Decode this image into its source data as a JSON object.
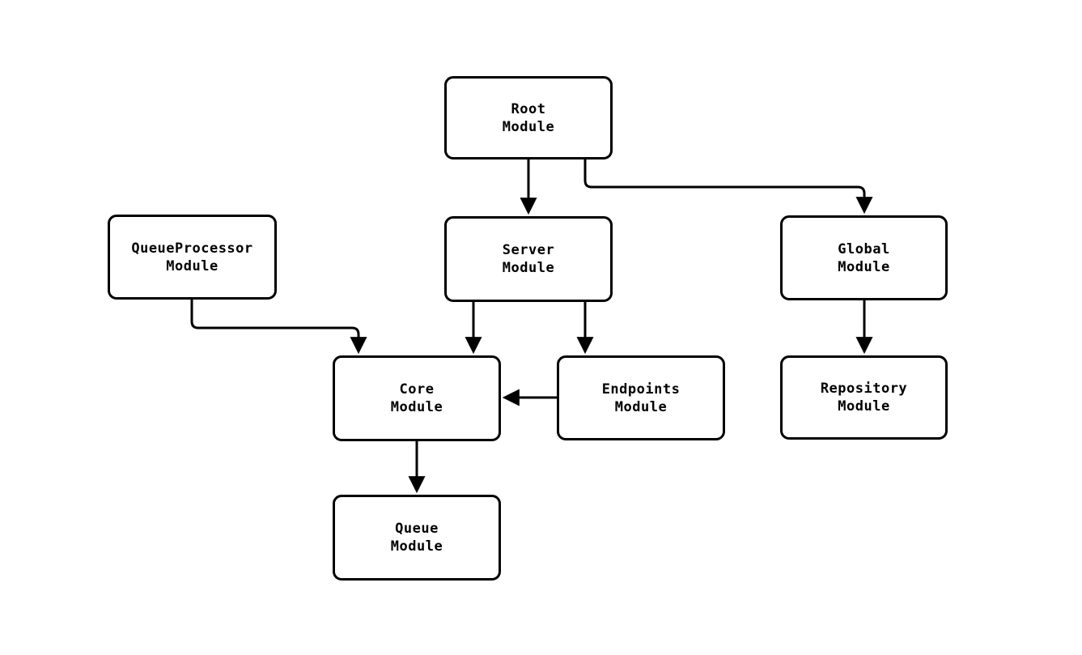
{
  "diagram": {
    "type": "flowchart",
    "direction": "top-down",
    "colors": {
      "node_border": "#000000",
      "node_fill": "#ffffff",
      "text": "#000000",
      "edge": "#000000",
      "background": "#ffffff"
    },
    "nodes": [
      {
        "id": "root",
        "label": "Root\nModule"
      },
      {
        "id": "queueprocessor",
        "label": "QueueProcessor\nModule"
      },
      {
        "id": "server",
        "label": "Server\nModule"
      },
      {
        "id": "global",
        "label": "Global\nModule"
      },
      {
        "id": "core",
        "label": "Core\nModule"
      },
      {
        "id": "endpoints",
        "label": "Endpoints\nModule"
      },
      {
        "id": "repository",
        "label": "Repository\nModule"
      },
      {
        "id": "queue",
        "label": "Queue\nModule"
      }
    ],
    "edges": [
      {
        "from": "root",
        "to": "server"
      },
      {
        "from": "root",
        "to": "global"
      },
      {
        "from": "queueprocessor",
        "to": "core"
      },
      {
        "from": "server",
        "to": "core"
      },
      {
        "from": "server",
        "to": "endpoints"
      },
      {
        "from": "endpoints",
        "to": "core"
      },
      {
        "from": "global",
        "to": "repository"
      },
      {
        "from": "core",
        "to": "queue"
      }
    ]
  }
}
